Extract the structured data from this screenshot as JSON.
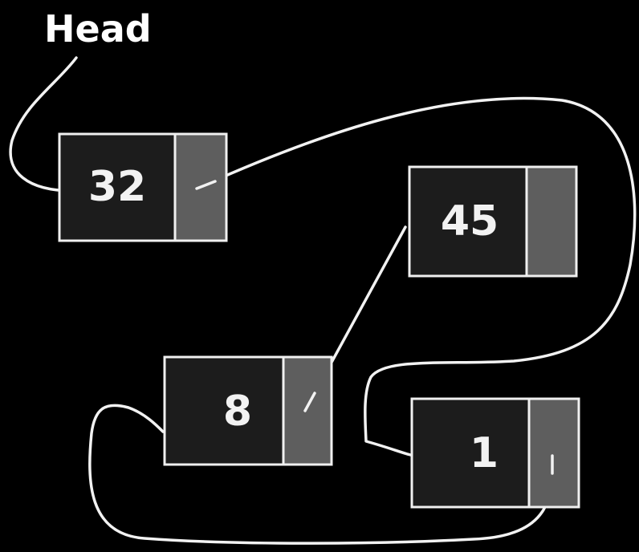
{
  "diagram": {
    "head_label": "Head",
    "nodes": [
      {
        "value": "32"
      },
      {
        "value": "45"
      },
      {
        "value": "8"
      },
      {
        "value": "1"
      }
    ]
  },
  "colors": {
    "background": "#000000",
    "data_cell": "#1c1c1c",
    "pointer_cell": "#5e5e5e",
    "line": "#f2f2f2"
  }
}
